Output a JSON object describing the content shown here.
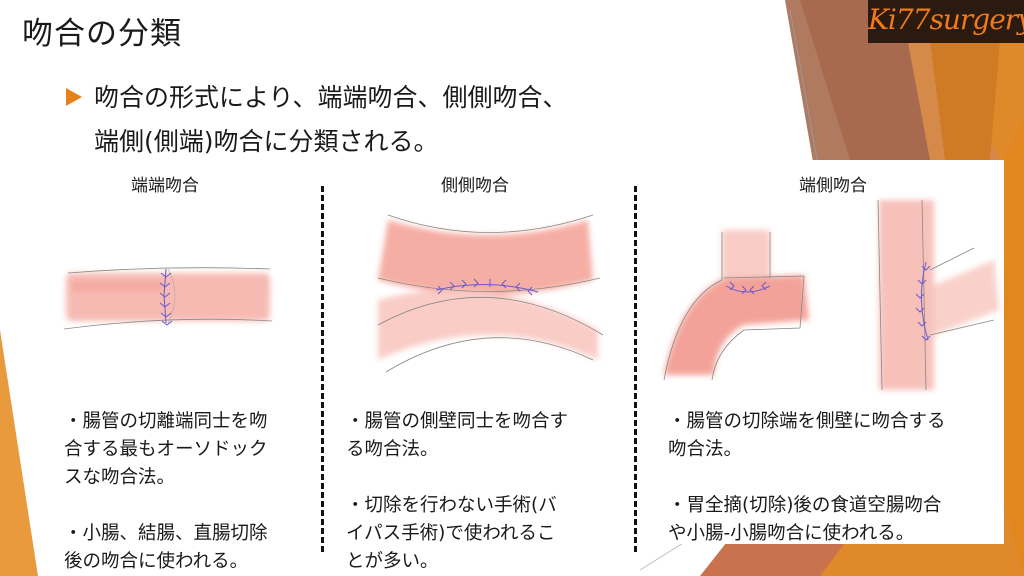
{
  "slide": {
    "title": "吻合の分類",
    "bullet": {
      "line1": "吻合の形式により、端端吻合、側側吻合、",
      "line2": "端側(側端)吻合に分類される。"
    },
    "logo": "Ki77surgery",
    "theme_colors": {
      "accent_orange": "#e8801a",
      "brown": "#a86a4e",
      "dark": "#2a1a10",
      "tissue_pink": "#f08c80",
      "suture_purple": "#6a5acd"
    }
  },
  "columns": [
    {
      "title": "端端吻合",
      "figure": "end-to-end-anastomosis-illustration",
      "desc1": "・腸管の切離端同士を吻合する最もオーソドックスな吻合法。",
      "desc1_lines": [
        "・腸管の切離端同士を吻",
        "合する最もオーソドック",
        "スな吻合法。"
      ],
      "desc2_lines": [
        "・小腸、結腸、直腸切除",
        "後の吻合に使われる。"
      ]
    },
    {
      "title": "側側吻合",
      "figure": "side-to-side-anastomosis-illustration",
      "desc1_lines": [
        "・腸管の側壁同士を吻合す",
        "る吻合法。"
      ],
      "desc2_lines": [
        "・切除を行わない手術(バ",
        "イパス手術)で使われるこ",
        "とが多い。"
      ]
    },
    {
      "title": "端側吻合",
      "figure": "end-to-side-anastomosis-illustration",
      "desc1_lines": [
        "・腸管の切除端を側壁に吻合する",
        "吻合法。"
      ],
      "desc2_lines": [
        "・胃全摘(切除)後の食道空腸吻合",
        "や小腸-小腸吻合に使われる。"
      ]
    }
  ]
}
